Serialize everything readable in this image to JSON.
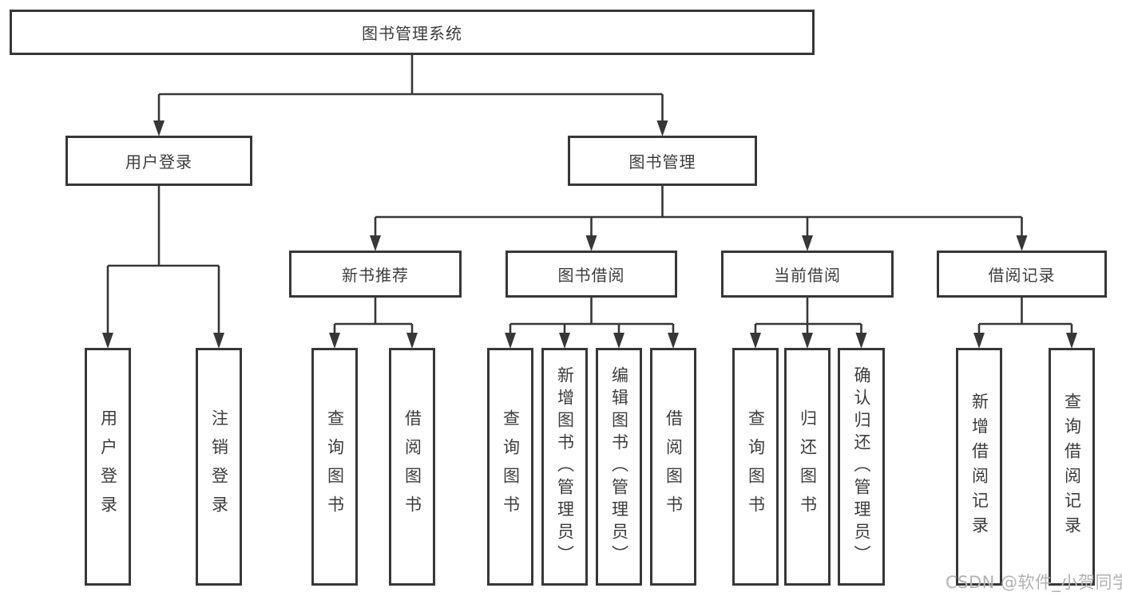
{
  "colors": {
    "line": "#373737",
    "text": "#3c3c3c",
    "watermark": "#b2b2b2"
  },
  "watermark_text": "CSDN @软件_小贺同学",
  "tree": {
    "root": {
      "label": "图书管理系统",
      "children": [
        {
          "label": "用户登录",
          "children": [
            {
              "label": "用户登录"
            },
            {
              "label": "注销登录"
            }
          ]
        },
        {
          "label": "图书管理",
          "children": [
            {
              "label": "新书推荐",
              "children": [
                {
                  "label": "查询图书"
                },
                {
                  "label": "借阅图书"
                }
              ]
            },
            {
              "label": "图书借阅",
              "children": [
                {
                  "label": "查询图书"
                },
                {
                  "label": "新增图书（管理员）"
                },
                {
                  "label": "编辑图书（管理员）"
                },
                {
                  "label": "借阅图书"
                }
              ]
            },
            {
              "label": "当前借阅",
              "children": [
                {
                  "label": "查询图书"
                },
                {
                  "label": "归还图书"
                },
                {
                  "label": "确认归还（管理员）"
                }
              ]
            },
            {
              "label": "借阅记录",
              "children": [
                {
                  "label": "新增借阅记录"
                },
                {
                  "label": "查询借阅记录"
                }
              ]
            }
          ]
        }
      ]
    }
  }
}
